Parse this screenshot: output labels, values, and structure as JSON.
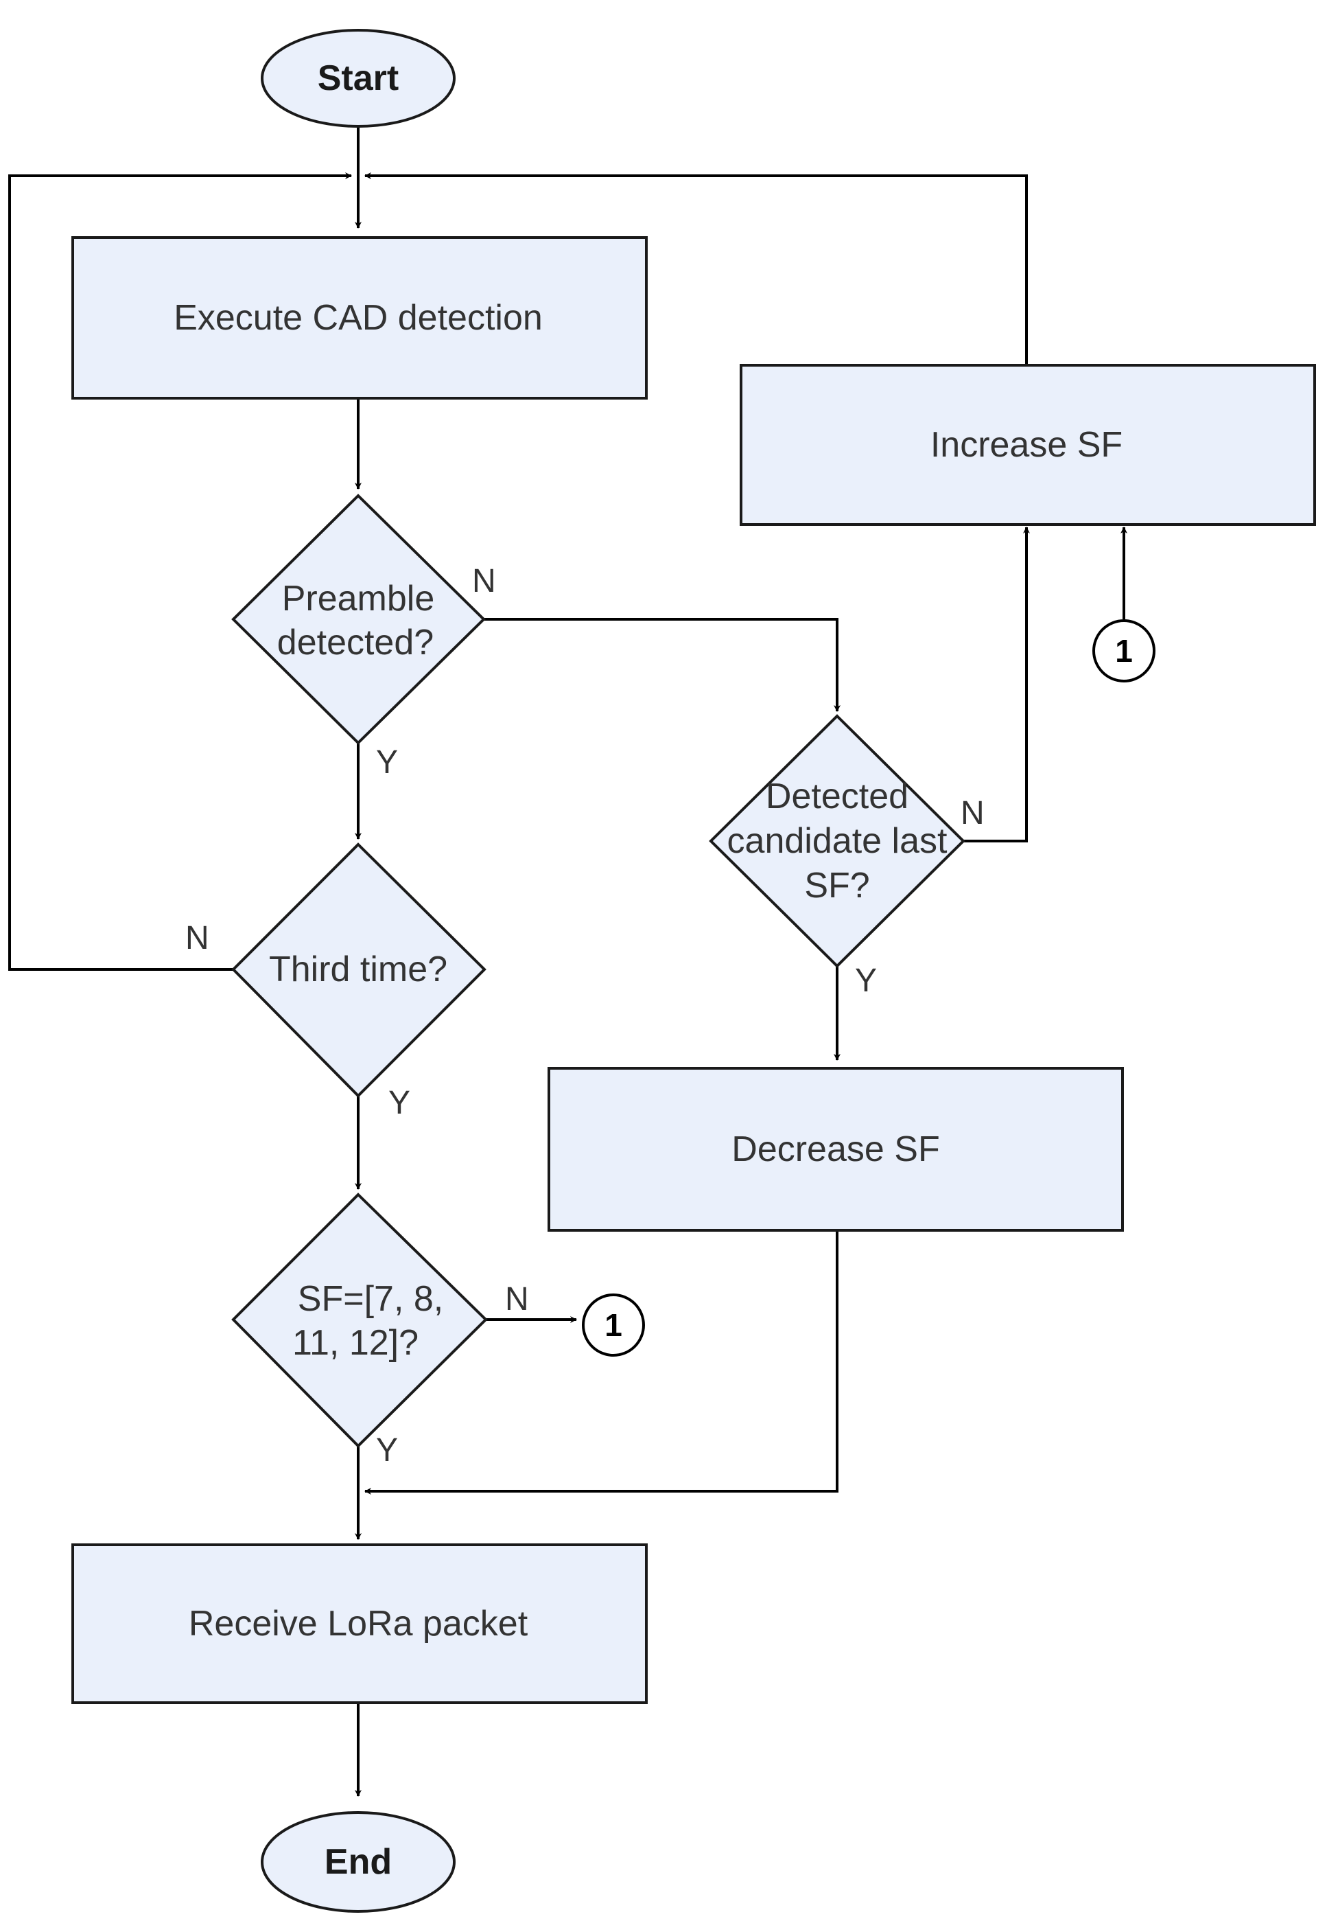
{
  "nodes": {
    "start": "Start",
    "execute_cad": "Execute CAD detection",
    "preamble": [
      "Preamble",
      "detected?"
    ],
    "third_time": "Third time?",
    "sf_check": [
      "SF=[7, 8,",
      "11, 12]?"
    ],
    "receive": "Receive LoRa packet",
    "end": "End",
    "increase_sf": "Increase SF",
    "detected_candidate": [
      "Detected",
      "candidate last",
      "SF?"
    ],
    "decrease_sf": "Decrease SF",
    "connector": "1"
  },
  "edge_labels": {
    "yes": "Y",
    "no": "N"
  },
  "colors": {
    "fill": "#eaf0fb",
    "stroke": "#1a1a1a"
  }
}
